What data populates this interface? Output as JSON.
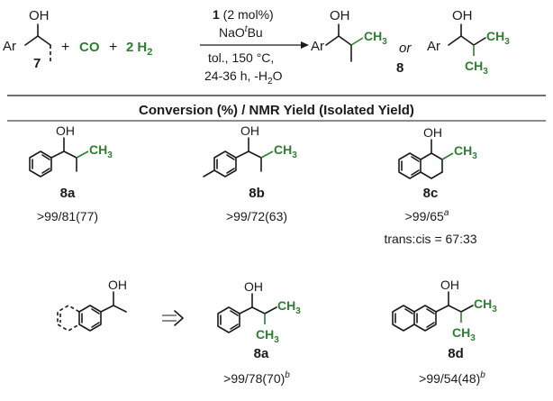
{
  "scheme": {
    "reactant_label": "7",
    "ar": "Ar",
    "oh": "OH",
    "co": "CO",
    "h2_coef": "2",
    "h2": "H",
    "h2_sub": "2",
    "plus": "+",
    "arrow_top_cat": "1",
    "arrow_top_rest": " (2 mol%)",
    "arrow_base_pre": "NaO",
    "arrow_base_sup": "t",
    "arrow_base_post": "Bu",
    "arrow_cond1": "tol., 150 °C,",
    "arrow_cond2_pre": "24-36 h, -H",
    "arrow_cond2_sub": "2",
    "arrow_cond2_post": "O",
    "ch3": "CH",
    "ch3_sub": "3",
    "or": "or",
    "product_label": "8"
  },
  "table": {
    "header": "Conversion (%) / NMR Yield (Isolated Yield)"
  },
  "compounds": [
    {
      "id": "8a",
      "yield": ">99/81(77)",
      "sup": ""
    },
    {
      "id": "8b",
      "yield": ">99/72(63)",
      "sup": ""
    },
    {
      "id": "8c",
      "yield": ">99/65",
      "sup": "a",
      "note": "trans:cis = 67:33"
    },
    {
      "id": "8a",
      "yield": ">99/78(70)",
      "sup": "b"
    },
    {
      "id": "8d",
      "yield": ">99/54(48)",
      "sup": "b"
    }
  ],
  "colors": {
    "green": "#2e7d32",
    "ink": "#1a1a1a"
  }
}
